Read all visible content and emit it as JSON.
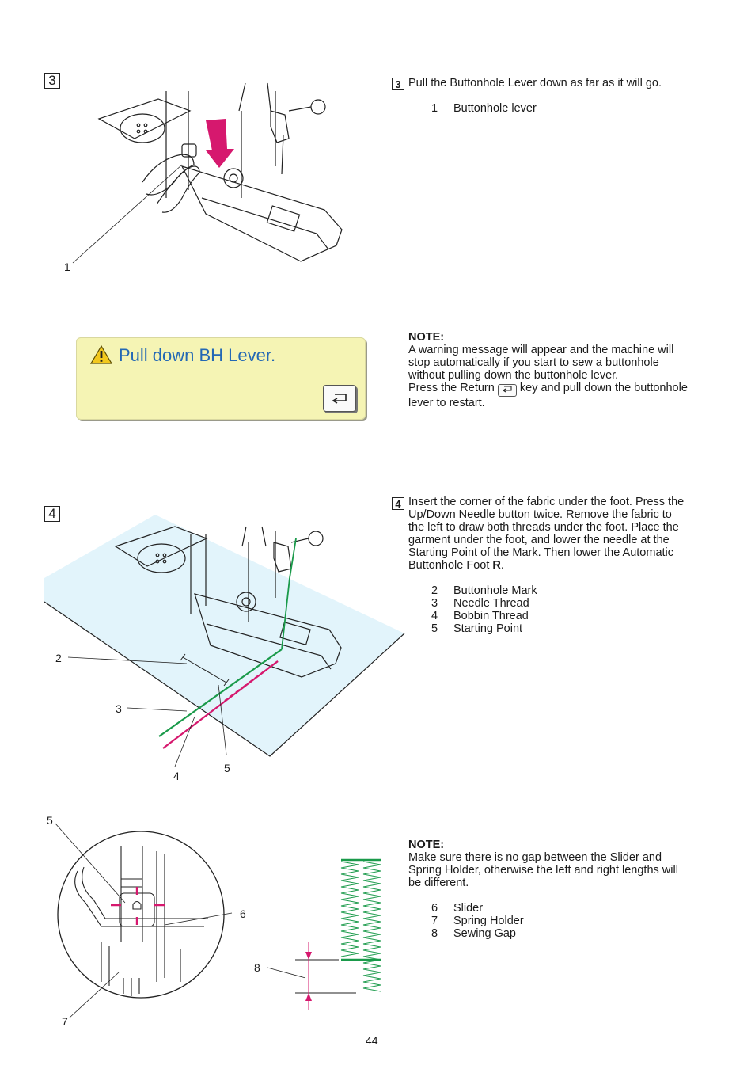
{
  "step3": {
    "badge": "3",
    "instruction": "Pull the Buttonhole Lever down as far as it will go.",
    "parts": [
      {
        "num": "1",
        "label": "Buttonhole lever"
      }
    ],
    "callout_1": "1"
  },
  "lcd": {
    "message": "Pull down BH Lever.",
    "warning_icon": "warning-triangle-icon",
    "return_icon": "return-arrow-icon"
  },
  "note1": {
    "heading": "NOTE:",
    "line1": "A warning message will appear and the machine will",
    "line2": "stop automatically if you start to sew a buttonhole",
    "line3": "without pulling down the buttonhole lever.",
    "line4a": "Press the Return",
    "line4b": "key and pull down the buttonhole",
    "line5": "lever to restart."
  },
  "step4": {
    "badge": "4",
    "lines": [
      "Insert the corner of the fabric under the foot. Press the",
      "Up/Down Needle button twice. Remove the fabric to",
      "the left to draw both threads under the foot.  Place the",
      "garment under the foot, and lower the needle at the",
      "Starting Point of the Mark. Then lower the Automatic"
    ],
    "last_line_prefix": "Buttonhole Foot ",
    "last_line_bold": "R",
    "last_line_suffix": ".",
    "parts": [
      {
        "num": "2",
        "label": "Buttonhole Mark"
      },
      {
        "num": "3",
        "label": "Needle Thread"
      },
      {
        "num": "4",
        "label": "Bobbin Thread"
      },
      {
        "num": "5",
        "label": "Starting Point"
      }
    ],
    "callouts": {
      "c2": "2",
      "c3": "3",
      "c4": "4",
      "c5": "5"
    }
  },
  "note2": {
    "heading": "NOTE:",
    "lines": [
      "Make sure there is no gap between the Slider and",
      "Spring Holder, otherwise the left and right lengths will",
      "be different."
    ],
    "parts": [
      {
        "num": "6",
        "label": "Slider"
      },
      {
        "num": "7",
        "label": "Spring Holder"
      },
      {
        "num": "8",
        "label": "Sewing Gap"
      }
    ],
    "callouts": {
      "c5": "5",
      "c6": "6",
      "c7": "7",
      "c8": "8"
    }
  },
  "colors": {
    "accent_magenta": "#d6186e",
    "thread_green": "#1a9a4a",
    "fabric_blue": "#e2f4fb",
    "lcd_bg": "#f5f4b4",
    "lcd_text": "#2368b5"
  },
  "footer": {
    "page_number": "44"
  }
}
